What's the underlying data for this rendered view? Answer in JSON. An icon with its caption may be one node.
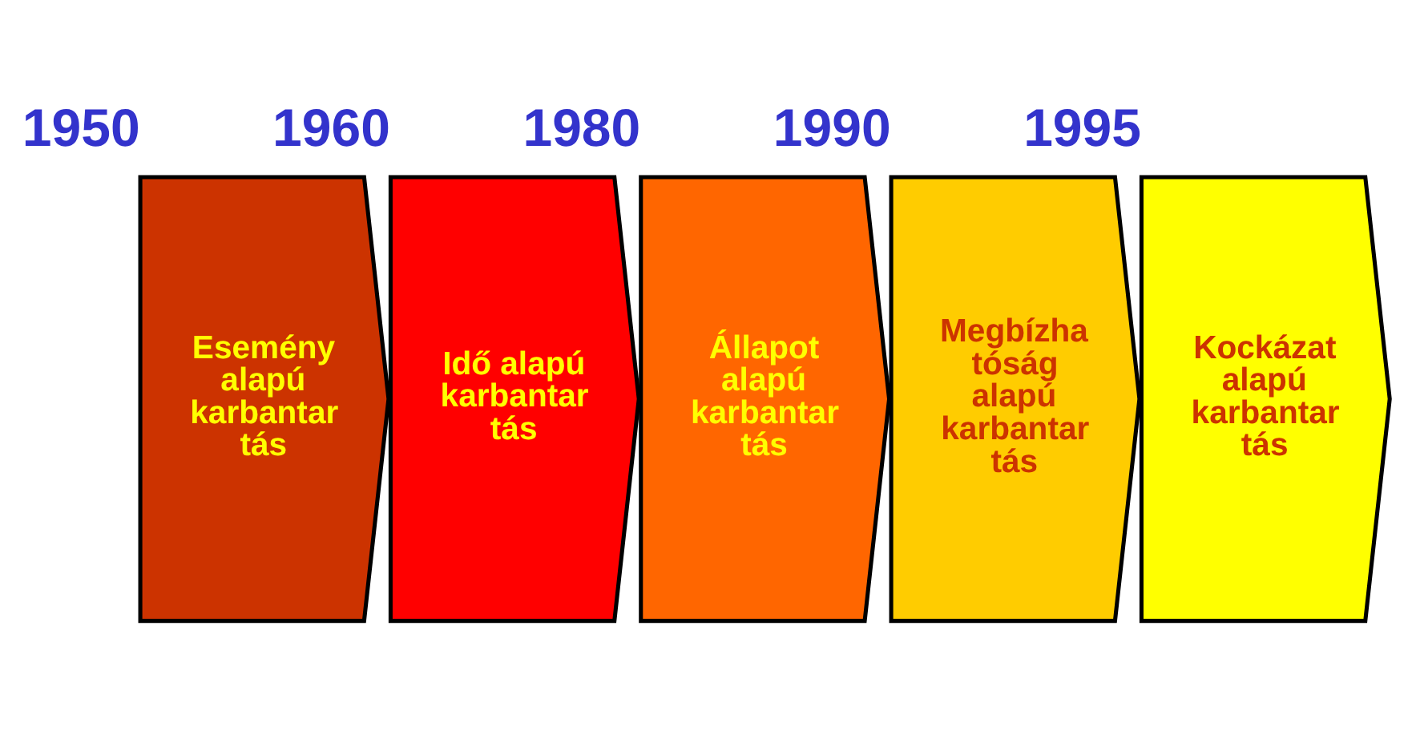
{
  "diagram": {
    "nodes": [
      {
        "text": [
          "Esemény alapú karbantar tás"
        ],
        "beside": [
          "1950"
        ]
      },
      {
        "text": [
          "Idő alapú karbantar tás"
        ],
        "beside": [
          "1960"
        ]
      },
      {
        "text": [
          "Állapot alapú karbantar tás"
        ],
        "beside": [
          "1980"
        ]
      },
      {
        "text": [
          "Megbízha tóság alapú karbantar tás"
        ],
        "beside": [
          "1990"
        ]
      },
      {
        "text": [
          "Kockázat alapú karbantar tás"
        ],
        "beside": [
          "1995"
        ]
      }
    ]
  }
}
